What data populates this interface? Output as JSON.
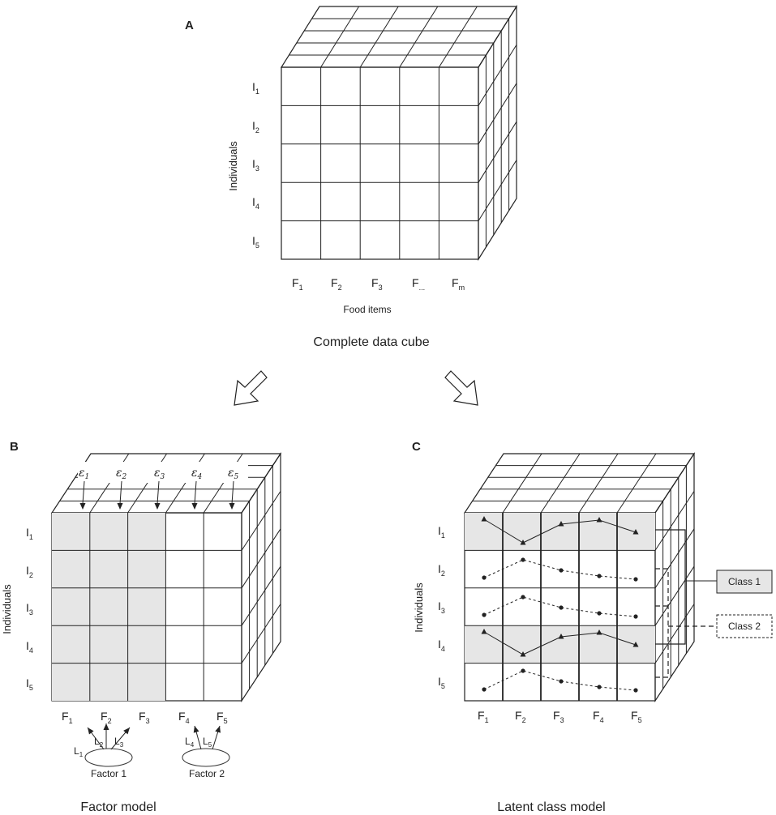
{
  "panel_a": {
    "label": "A",
    "row_labels": [
      [
        "I",
        "1"
      ],
      [
        "I",
        "2"
      ],
      [
        "I",
        "3"
      ],
      [
        "I",
        "4"
      ],
      [
        "I",
        "5"
      ]
    ],
    "col_labels": [
      [
        "F",
        "1"
      ],
      [
        "F",
        "2"
      ],
      [
        "F",
        "3"
      ],
      [
        "F",
        "..."
      ],
      [
        "F",
        "m"
      ]
    ],
    "y_axis_label": "Individuals",
    "x_axis_label": "Food items",
    "caption": "Complete data cube"
  },
  "panel_b": {
    "label": "B",
    "row_labels": [
      [
        "I",
        "1"
      ],
      [
        "I",
        "2"
      ],
      [
        "I",
        "3"
      ],
      [
        "I",
        "4"
      ],
      [
        "I",
        "5"
      ]
    ],
    "col_labels": [
      [
        "F",
        "1"
      ],
      [
        "F",
        "2"
      ],
      [
        "F",
        "3"
      ],
      [
        "F",
        "4"
      ],
      [
        "F",
        "5"
      ]
    ],
    "error_labels": [
      [
        "ε",
        "1"
      ],
      [
        "ε",
        "2"
      ],
      [
        "ε",
        "3"
      ],
      [
        "ε",
        "4"
      ],
      [
        "ε",
        "5"
      ]
    ],
    "loading_labels": [
      [
        "L",
        "1"
      ],
      [
        "L",
        "2"
      ],
      [
        "L",
        "3"
      ],
      [
        "L",
        "4"
      ],
      [
        "L",
        "5"
      ]
    ],
    "y_axis_label": "Individuals",
    "factor_1": "Factor 1",
    "factor_2": "Factor 2",
    "caption": "Factor model",
    "shade_color": "#e6e6e6"
  },
  "panel_c": {
    "label": "C",
    "row_labels": [
      [
        "I",
        "1"
      ],
      [
        "I",
        "2"
      ],
      [
        "I",
        "3"
      ],
      [
        "I",
        "4"
      ],
      [
        "I",
        "5"
      ]
    ],
    "col_labels": [
      [
        "F",
        "1"
      ],
      [
        "F",
        "2"
      ],
      [
        "F",
        "3"
      ],
      [
        "F",
        "4"
      ],
      [
        "F",
        "5"
      ]
    ],
    "y_axis_label": "Individuals",
    "class_1": "Class 1",
    "class_2": "Class 2",
    "caption": "Latent class model",
    "shade_color": "#e6e6e6"
  }
}
